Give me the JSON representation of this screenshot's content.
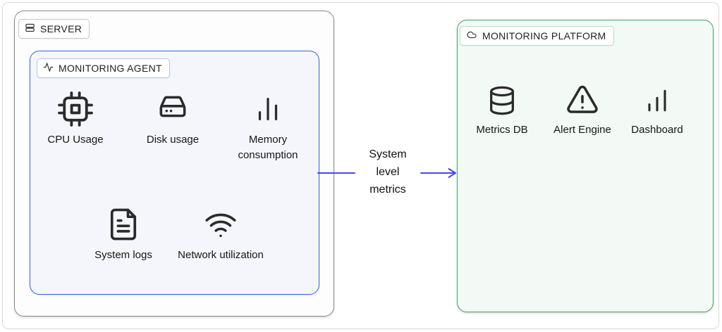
{
  "server": {
    "label": "SERVER"
  },
  "agent": {
    "label": "MONITORING AGENT",
    "nodes": [
      {
        "icon": "cpu-icon",
        "label": "CPU Usage"
      },
      {
        "icon": "hard-drive-icon",
        "label": "Disk usage"
      },
      {
        "icon": "bar-chart-icon",
        "label": "Memory consumption"
      },
      {
        "icon": "file-text-icon",
        "label": "System logs"
      },
      {
        "icon": "wifi-icon",
        "label": "Network utilization"
      }
    ]
  },
  "platform": {
    "label": "MONITORING PLATFORM",
    "nodes": [
      {
        "icon": "database-icon",
        "label": "Metrics DB"
      },
      {
        "icon": "alert-triangle-icon",
        "label": "Alert Engine"
      },
      {
        "icon": "bar-chart-icon",
        "label": "Dashboard"
      }
    ]
  },
  "edge": {
    "label": "System level metrics"
  },
  "colors": {
    "server_border": "#8a8a8a",
    "agent_accent": "#2f66e3",
    "agent_fill": "#f4f6fb",
    "platform_accent": "#36a65d",
    "platform_fill": "#f3faf6",
    "arrow": "#4646ef",
    "text": "#1b1b1b"
  }
}
